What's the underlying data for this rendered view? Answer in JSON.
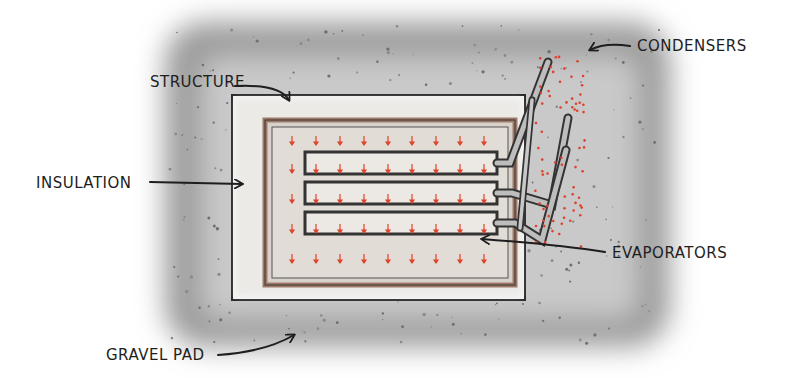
{
  "diagram": {
    "labels": [
      "STRUCTURE",
      "CONDENSERS",
      "INSULATION",
      "EVAPORATORS",
      "GRAVEL PAD"
    ]
  }
}
